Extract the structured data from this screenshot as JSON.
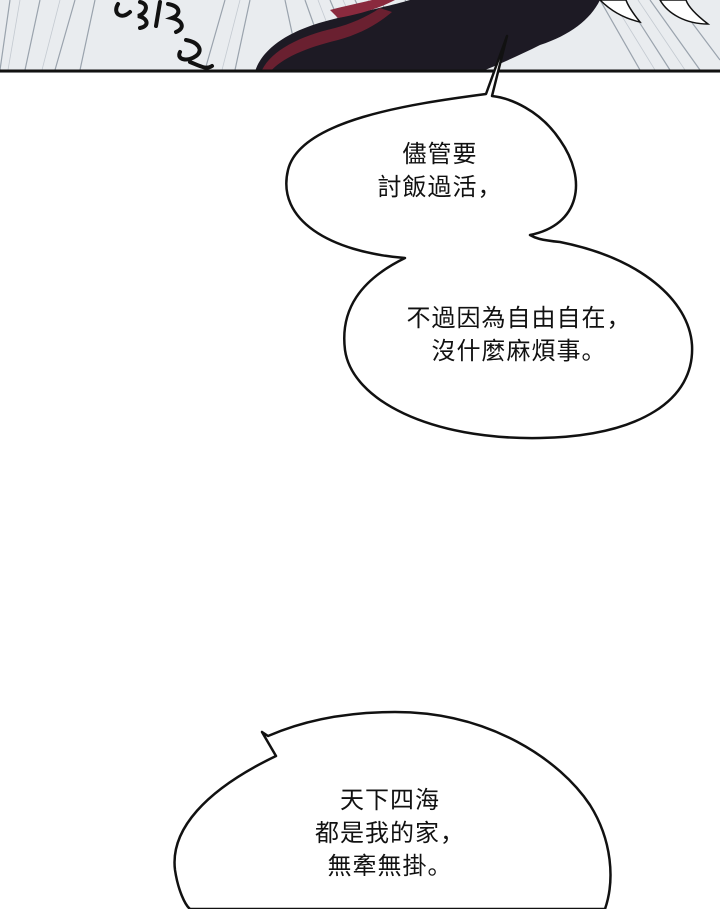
{
  "colors": {
    "page_background": "#ffffff",
    "panel_border": "#111111",
    "bubble_fill": "#ffffff",
    "bubble_stroke": "#111111",
    "speed_lines": "#9aa3ad",
    "figure_dark": "#1d1a24",
    "figure_red": "#6a2030"
  },
  "top_panel": {
    "sound_effect": "…"
  },
  "bubbles": [
    {
      "lines": [
        "儘管要",
        "討飯過活，"
      ]
    },
    {
      "lines": [
        "不過因為自由自在，",
        "沒什麼麻煩事。"
      ]
    },
    {
      "lines": [
        "天下四海",
        "都是我的家，",
        "無牽無掛。"
      ]
    }
  ]
}
